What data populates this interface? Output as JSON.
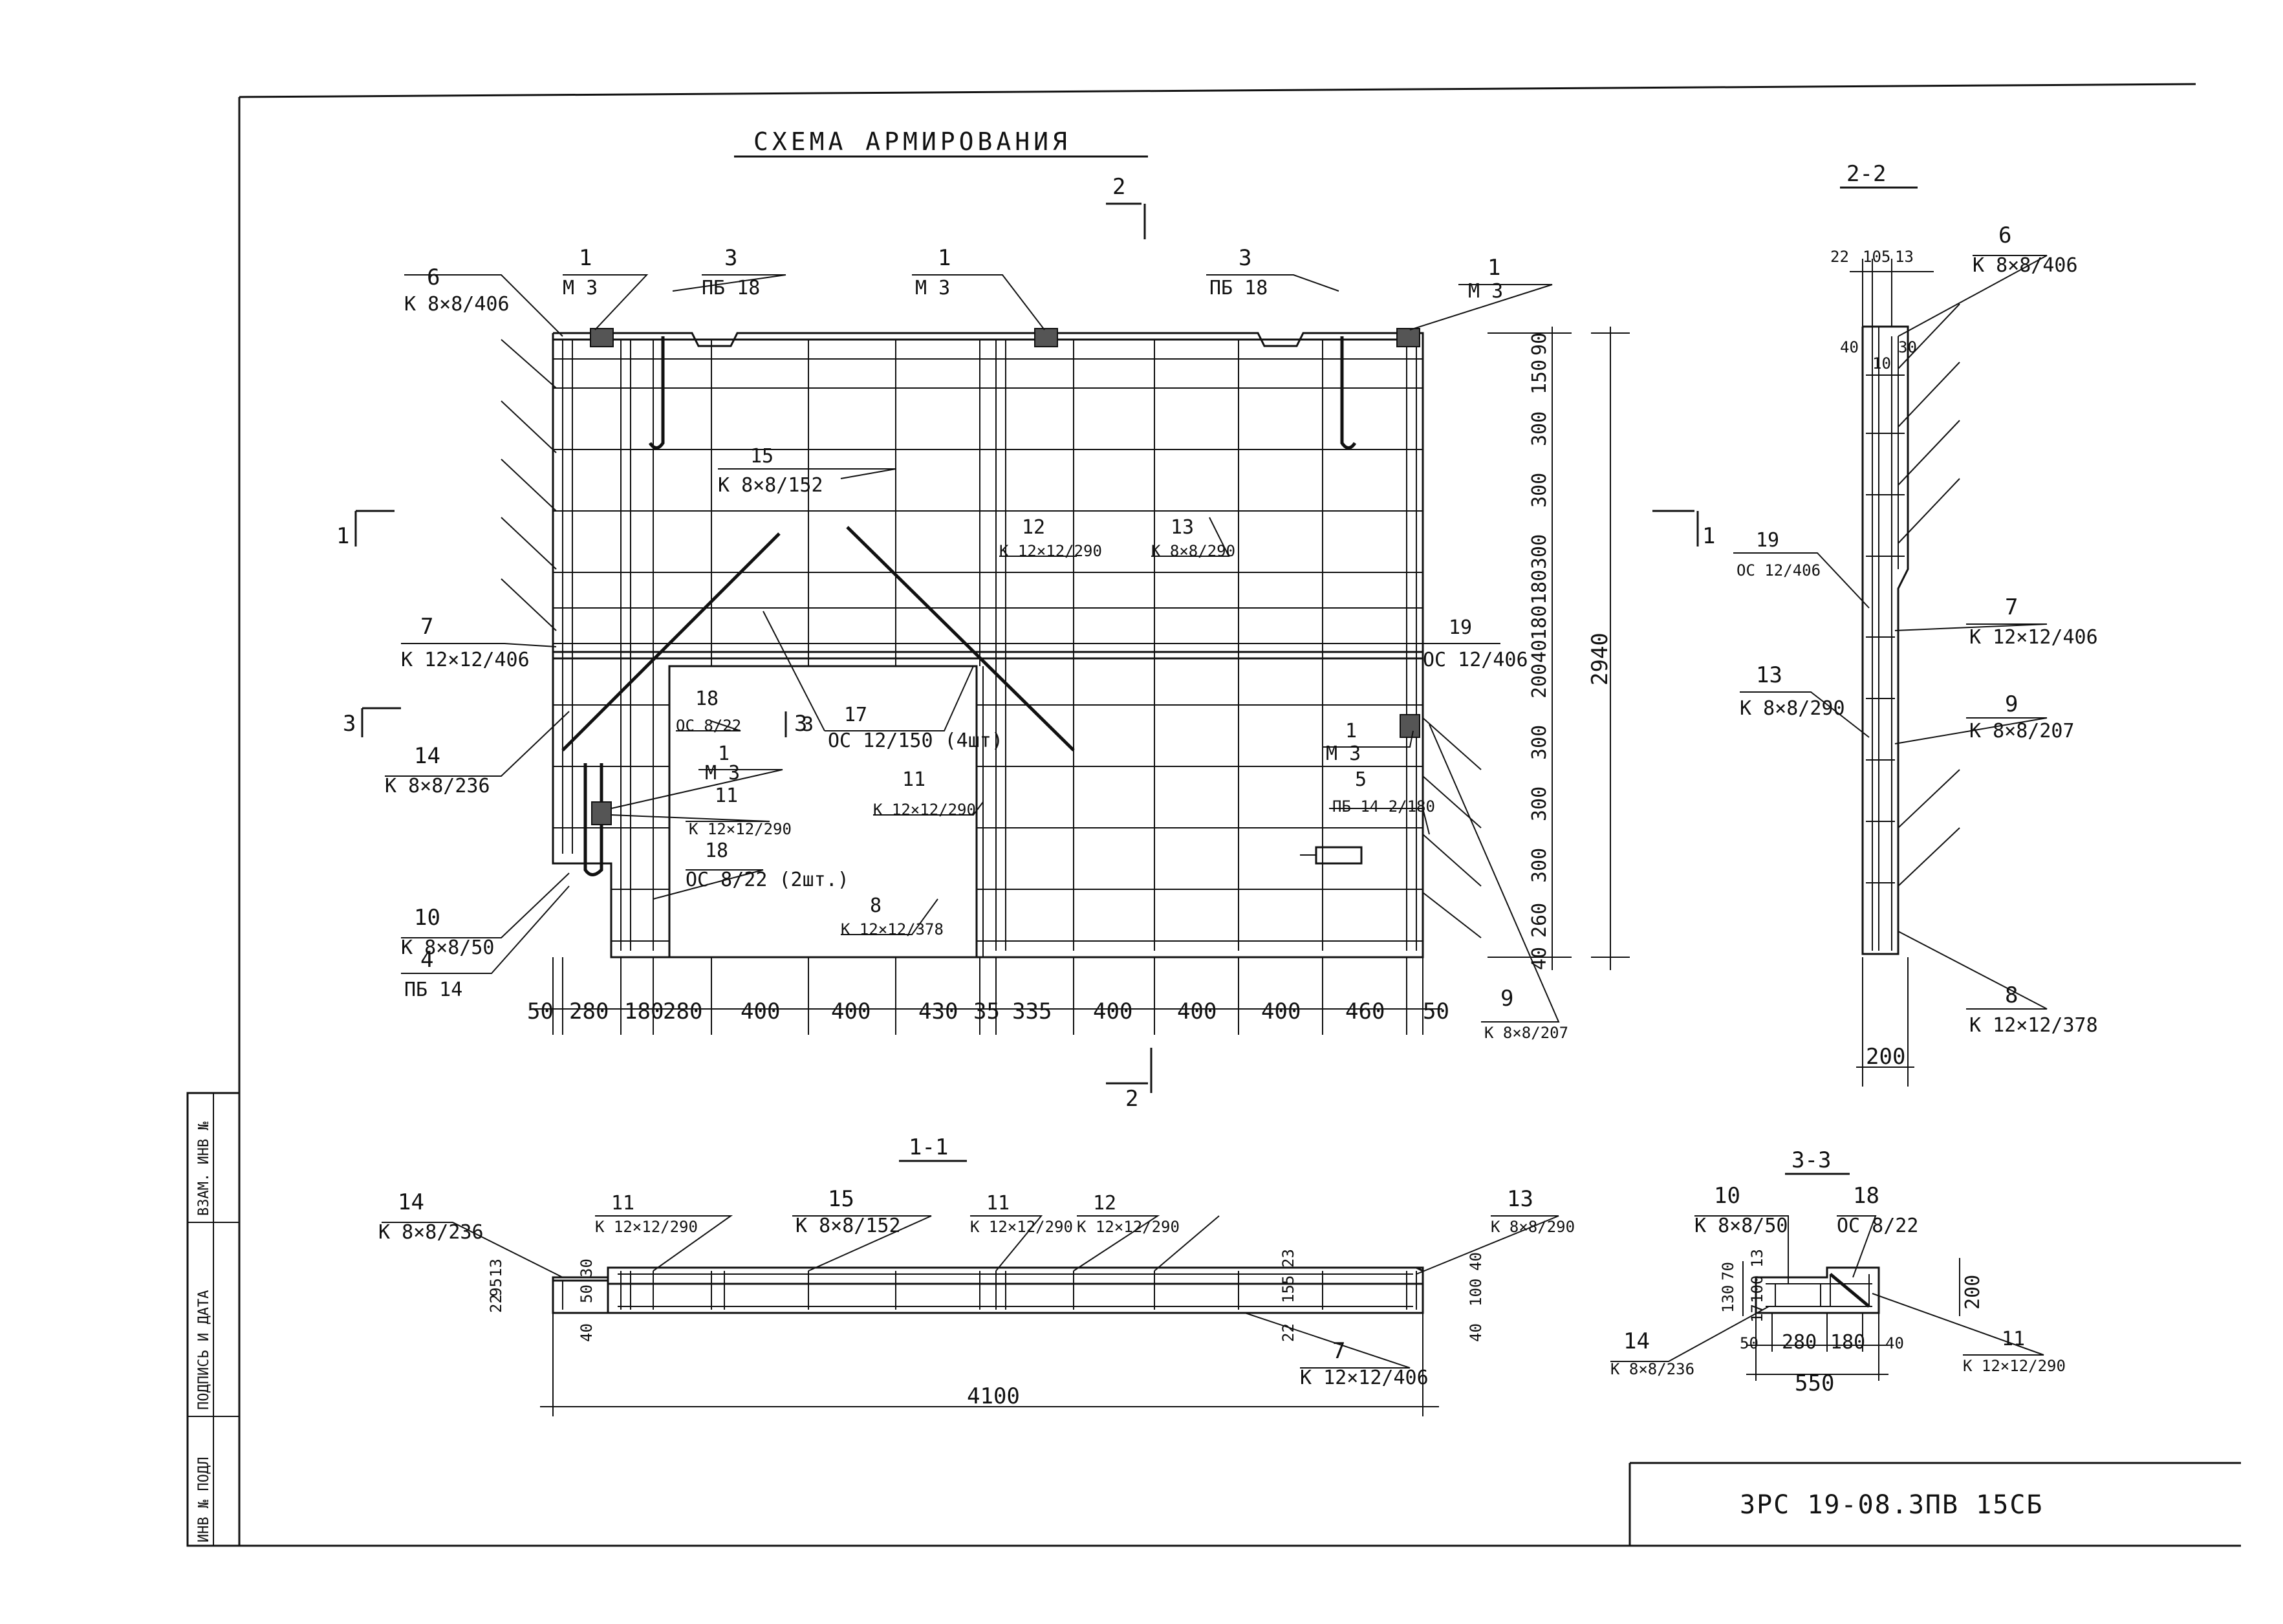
{
  "drawing": {
    "title": "СХЕМА АРМИРОВАНИЯ",
    "document_code": "ЗРС 19-08.3ПВ 15СБ",
    "total_length": "4100",
    "total_height": "2940",
    "cut_2_top": "2",
    "cut_2_bottom": "2",
    "cut_1_left": "1",
    "cut_1_right": "1",
    "cut_3_left": "3",
    "cut_3_inner": "3"
  },
  "side_stamp": [
    "ИНВ № ПОДЛ",
    "ПОДПИСЬ И ДАТА",
    "ВЗАМ. ИНВ №"
  ],
  "plan": {
    "bottom_dims": [
      "50",
      "280",
      "180",
      "280",
      "400",
      "400",
      "430",
      "35",
      "335",
      "400",
      "400",
      "400",
      "460",
      "50"
    ],
    "right_dims": [
      "90",
      "150",
      "300",
      "300",
      "300",
      "180",
      "180",
      "40",
      "200",
      "300",
      "300",
      "300",
      "260",
      "40"
    ],
    "labels": [
      {
        "num": "6",
        "text": "К 8×8/406"
      },
      {
        "num": "1",
        "text": "М 3"
      },
      {
        "num": "3",
        "text": "ПБ 18"
      },
      {
        "num": "1",
        "text": "М 3"
      },
      {
        "num": "3",
        "text": "ПБ 18"
      },
      {
        "num": "1",
        "text": "М 3"
      },
      {
        "num": "15",
        "text": "К 8×8/152"
      },
      {
        "num": "12",
        "text": "К 12×12/290"
      },
      {
        "num": "13",
        "text": "К 8×8/290"
      },
      {
        "num": "7",
        "text": "К 12×12/406"
      },
      {
        "num": "19",
        "text": "ОС 12/406"
      },
      {
        "num": "18",
        "text": "ОС 8/22"
      },
      {
        "num": "17",
        "text": "ОС 12/150 (4шт)"
      },
      {
        "num": "3",
        "text": ""
      },
      {
        "num": "14",
        "text": "К 8×8/236"
      },
      {
        "num": "1",
        "text": "М 3"
      },
      {
        "num": "11",
        "text": "К 12×12/290"
      },
      {
        "num": "11",
        "text": "К 12×12/290"
      },
      {
        "num": "1",
        "text": "М 3"
      },
      {
        "num": "5",
        "text": "ПБ 14 2/180"
      },
      {
        "num": "18",
        "text": "ОС 8/22 (2шт.)"
      },
      {
        "num": "8",
        "text": "К 12×12/378"
      },
      {
        "num": "10",
        "text": "К 8×8/50"
      },
      {
        "num": "4",
        "text": "ПБ 14"
      },
      {
        "num": "9",
        "text": "К 8×8/207"
      }
    ]
  },
  "section_2_2": {
    "title": "2-2",
    "top_dims": [
      "22",
      "105",
      "13"
    ],
    "inner_dims": [
      "40",
      "10",
      "30"
    ],
    "bottom_dim": "200",
    "labels": [
      {
        "num": "6",
        "text": "К 8×8/406"
      },
      {
        "num": "19",
        "text": "ОС 12/406"
      },
      {
        "num": "7",
        "text": "К 12×12/406"
      },
      {
        "num": "13",
        "text": "К 8×8/290"
      },
      {
        "num": "9",
        "text": "К 8×8/207"
      },
      {
        "num": "8",
        "text": "К 12×12/378"
      }
    ]
  },
  "section_1_1": {
    "title": "1-1",
    "left_dims": [
      "22",
      "95",
      "13",
      "30",
      "50",
      "40"
    ],
    "right_dims": [
      "23",
      "155",
      "22",
      "40",
      "100",
      "40"
    ],
    "labels": [
      {
        "num": "14",
        "text": "К 8×8/236"
      },
      {
        "num": "11",
        "text": "К 12×12/290"
      },
      {
        "num": "15",
        "text": "К 8×8/152"
      },
      {
        "num": "11",
        "text": "К 12×12/290"
      },
      {
        "num": "12",
        "text": "К 12×12/290"
      },
      {
        "num": "13",
        "text": "К 8×8/290"
      },
      {
        "num": "7",
        "text": "К 12×12/406"
      }
    ]
  },
  "section_3_3": {
    "title": "3-3",
    "left_dims": [
      "130",
      "70",
      "13",
      "17",
      "100"
    ],
    "right_dim": "200",
    "bottom_dims": [
      "50",
      "280",
      "180",
      "40"
    ],
    "total": "550",
    "labels": [
      {
        "num": "10",
        "text": "К 8×8/50"
      },
      {
        "num": "18",
        "text": "ОС 8/22"
      },
      {
        "num": "14",
        "text": "К 8×8/236"
      },
      {
        "num": "11",
        "text": "К 12×12/290"
      }
    ]
  }
}
